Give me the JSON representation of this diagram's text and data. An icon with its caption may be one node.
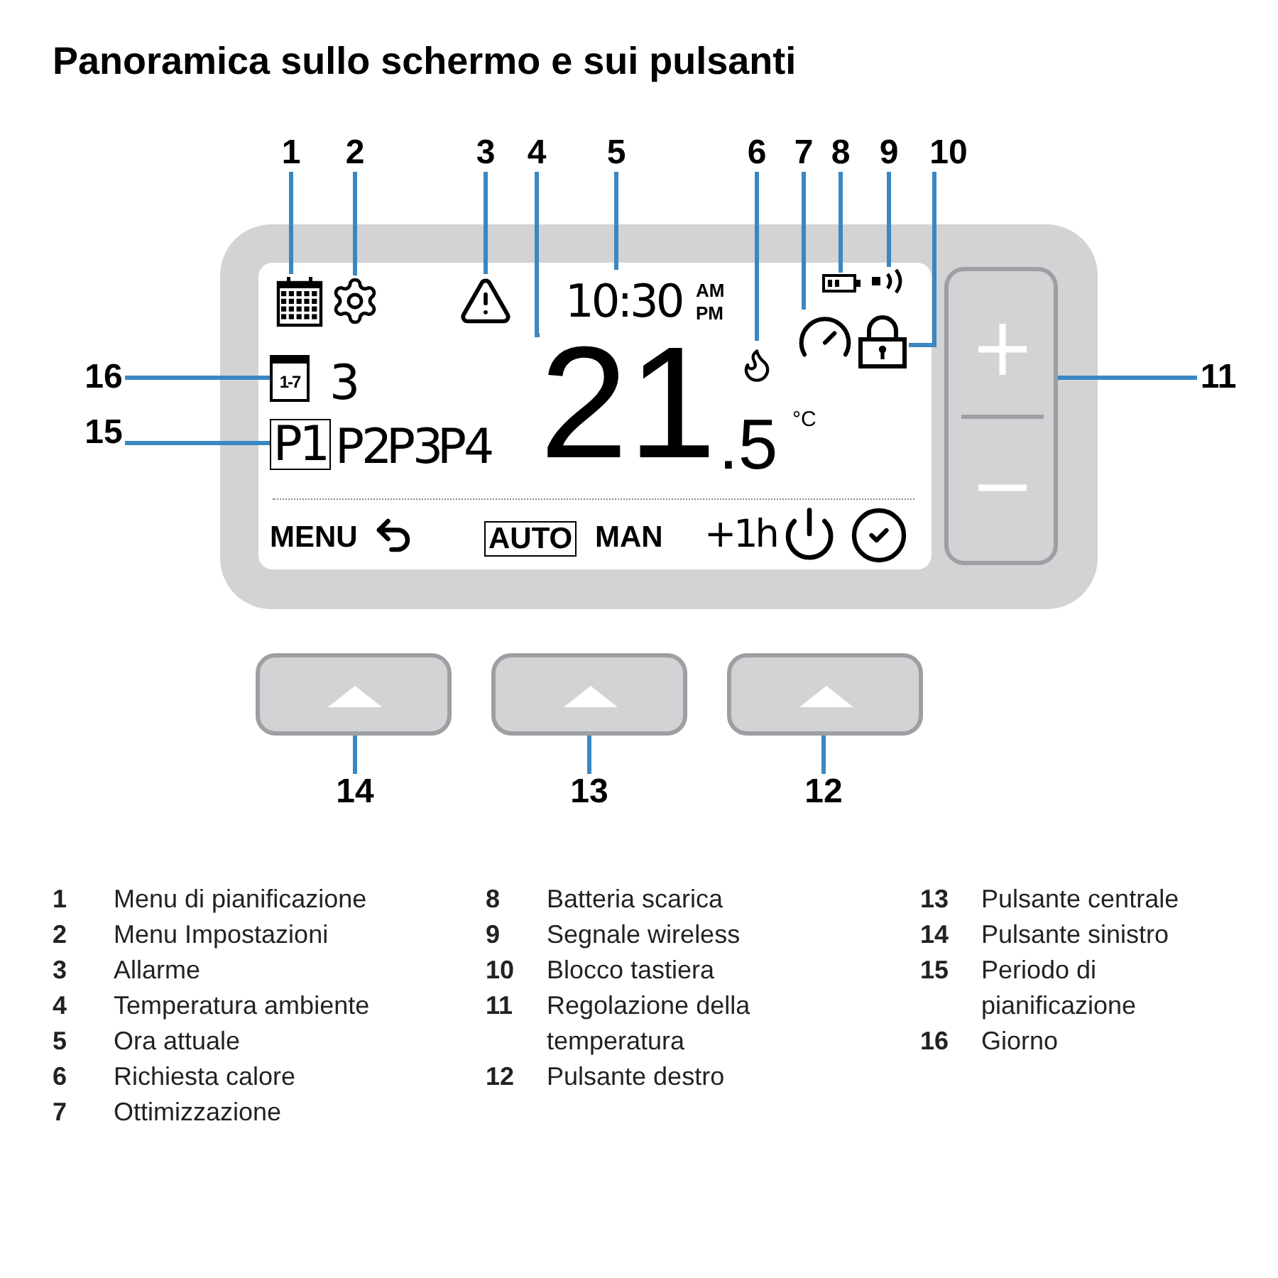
{
  "diagram": {
    "title": "Panoramica sullo schermo e sui pulsanti",
    "nodes": [
      {
        "text": [
          "1"
        ]
      },
      {
        "text": [
          "2"
        ]
      },
      {
        "text": [
          "3"
        ]
      },
      {
        "text": [
          "4"
        ]
      },
      {
        "text": [
          "5"
        ]
      },
      {
        "text": [
          "6"
        ]
      },
      {
        "text": [
          "7"
        ]
      },
      {
        "text": [
          "8"
        ]
      },
      {
        "text": [
          "9"
        ]
      },
      {
        "text": [
          "10"
        ]
      },
      {
        "text": [
          "11"
        ]
      },
      {
        "text": [
          "12"
        ]
      },
      {
        "text": [
          "13"
        ]
      },
      {
        "text": [
          "14"
        ]
      },
      {
        "text": [
          "15"
        ]
      },
      {
        "text": [
          "16"
        ]
      },
      {
        "text": [],
        "shape": "picture"
      },
      {
        "text": [],
        "shape": "picture"
      },
      {
        "text": [],
        "shape": "picture"
      },
      {
        "text": [
          "21",
          ".5"
        ]
      },
      {
        "text": [
          "10:30",
          "AM",
          "PM"
        ]
      },
      {
        "text": [],
        "shape": "picture"
      },
      {
        "text": [],
        "shape": "picture"
      },
      {
        "text": [],
        "shape": "picture"
      },
      {
        "text": [],
        "shape": "picture"
      },
      {
        "text": [],
        "shape": "picture"
      },
      {
        "text": [],
        "shape": "box"
      },
      {
        "text": [],
        "shape": "box"
      },
      {
        "text": [],
        "shape": "box"
      },
      {
        "text": [],
        "shape": "box"
      },
      {
        "text": [
          "P1"
        ]
      },
      {
        "text": [
          "1-7"
        ]
      }
    ],
    "edges": [
      {
        "from": 0,
        "to": 16,
        "arrow": "none"
      },
      {
        "from": 1,
        "to": 17,
        "arrow": "none"
      },
      {
        "from": 2,
        "to": 18,
        "arrow": "none"
      },
      {
        "from": 3,
        "to": 19,
        "arrow": "none"
      },
      {
        "from": 4,
        "to": 20,
        "arrow": "none"
      },
      {
        "from": 5,
        "to": 21,
        "arrow": "none"
      },
      {
        "from": 6,
        "to": 22,
        "arrow": "none"
      },
      {
        "from": 7,
        "to": 23,
        "arrow": "none"
      },
      {
        "from": 8,
        "to": 24,
        "arrow": "none"
      },
      {
        "from": 9,
        "to": 25,
        "arrow": "none"
      },
      {
        "from": 10,
        "to": 26,
        "arrow": "none"
      },
      {
        "from": 11,
        "to": 27,
        "arrow": "none"
      },
      {
        "from": 12,
        "to": 28,
        "arrow": "none"
      },
      {
        "from": 13,
        "to": 29,
        "arrow": "none"
      },
      {
        "from": 14,
        "to": 30,
        "arrow": "none"
      },
      {
        "from": 15,
        "to": 31,
        "arrow": "none"
      }
    ],
    "labels": [
      "3",
      "P2",
      "P3",
      "P4",
      "°C",
      "MENU",
      "AUTO",
      "MAN",
      "+1h",
      "1",
      "Menu di pianificazione",
      "2",
      "Menu Impostazioni",
      "3",
      "Allarme",
      "4",
      "Temperatura ambiente",
      "5",
      "Ora attuale",
      "6",
      "Richiesta calore",
      "7",
      "Ottimizzazione",
      "8",
      "Batteria scarica",
      "9",
      "Segnale wireless",
      "10",
      "Blocco tastiera",
      "11",
      "Regolazione della temperatura",
      "12",
      "Pulsante destro",
      "13",
      "Pulsante centrale",
      "14",
      "Pulsante sinistro",
      "15",
      "Periodo di pianificazione",
      "16",
      "Giorno"
    ]
  }
}
